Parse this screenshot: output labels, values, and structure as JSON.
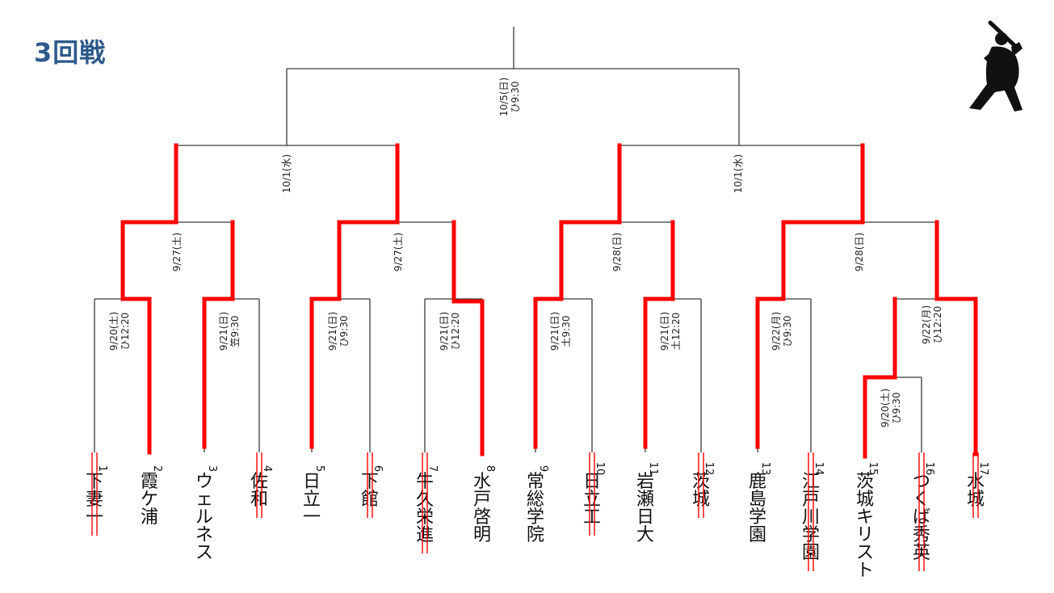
{
  "title": "3回戦",
  "teams": [
    {
      "name": "下妻一",
      "seed": "1",
      "eliminated": true
    },
    {
      "name": "霞ケ浦",
      "seed": "2",
      "eliminated": false
    },
    {
      "name": "ウェルネス",
      "seed": "3",
      "eliminated": false
    },
    {
      "name": "佐和",
      "seed": "4",
      "eliminated": true
    },
    {
      "name": "日立一",
      "seed": "5",
      "eliminated": false
    },
    {
      "name": "下館",
      "seed": "6",
      "eliminated": true
    },
    {
      "name": "牛久栄進",
      "seed": "7",
      "eliminated": true
    },
    {
      "name": "水戸啓明",
      "seed": "8",
      "eliminated": false
    },
    {
      "name": "常総学院",
      "seed": "9",
      "eliminated": false
    },
    {
      "name": "日立工",
      "seed": "10",
      "eliminated": true
    },
    {
      "name": "岩瀬日大",
      "seed": "11",
      "eliminated": false
    },
    {
      "name": "茨城",
      "seed": "12",
      "eliminated": true
    },
    {
      "name": "鹿島学園",
      "seed": "13",
      "eliminated": false
    },
    {
      "name": "江戸川学園",
      "seed": "14",
      "eliminated": true
    },
    {
      "name": "茨城キリスト",
      "seed": "15",
      "eliminated": false
    },
    {
      "name": "つくば秀英",
      "seed": "16",
      "eliminated": true
    },
    {
      "name": "水城",
      "seed": "17",
      "eliminated": true
    }
  ],
  "schedule": {
    "m1": [
      "9/20(土)",
      "ひ12:20"
    ],
    "m2": [
      "9/21(日)",
      "笠9:30"
    ],
    "m3": [
      "9/21(日)",
      "ひ9:30"
    ],
    "m4": [
      "9/21(日)",
      "ひ12:20"
    ],
    "m5": [
      "9/21(日)",
      "土9:30"
    ],
    "m6": [
      "9/21(日)",
      "土12:20"
    ],
    "m7": [
      "9/22(月)",
      "ひ9:30"
    ],
    "m8": [
      "9/20(土)",
      "ひ9:30"
    ],
    "m9": [
      "9/22(月)",
      "ひ12:20"
    ],
    "q1": [
      "9/27(土)"
    ],
    "q2": [
      "9/27(土)"
    ],
    "q3": [
      "9/28(日)"
    ],
    "q4": [
      "9/28(日)"
    ],
    "s1": [
      "10/1(水)"
    ],
    "s2": [
      "10/1(水)"
    ],
    "f": [
      "10/5(日)",
      "ひ9:30"
    ]
  },
  "colors": {
    "winner_line": "#ff0000",
    "bracket_line": "#3a3a3a",
    "title": "#2e5a8a"
  },
  "icons": {
    "mascot": "batter-silhouette-icon"
  }
}
